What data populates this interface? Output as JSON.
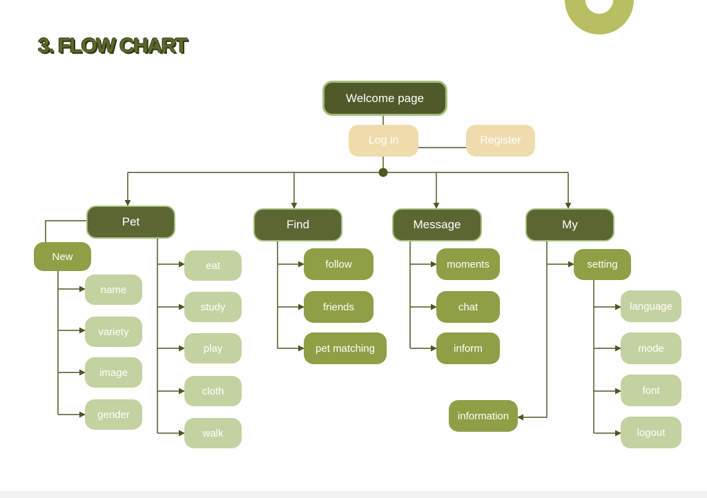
{
  "title": "3. FLOW CHART",
  "colors": {
    "line": "#4d5720",
    "node_dark": "#5a6733",
    "node_mid": "#8f9f45",
    "node_light": "#c3d2a0",
    "node_cream": "#efdcac",
    "accent_ring": "#b7bf62"
  },
  "nodes": {
    "welcome": "Welcome page",
    "login": "Log in",
    "register": "Register",
    "pet": {
      "label": "Pet",
      "new": {
        "label": "New",
        "items": [
          "name",
          "variety",
          "image",
          "gender"
        ]
      },
      "items": [
        "eat",
        "study",
        "play",
        "cloth",
        "walk"
      ]
    },
    "find": {
      "label": "Find",
      "items": [
        "follow",
        "friends",
        "pet matching"
      ]
    },
    "message": {
      "label": "Message",
      "items": [
        "moments",
        "chat",
        "inform"
      ]
    },
    "my": {
      "label": "My",
      "setting": {
        "label": "setting",
        "items": [
          "language",
          "mode",
          "font",
          "logout"
        ]
      },
      "information": "information"
    }
  }
}
